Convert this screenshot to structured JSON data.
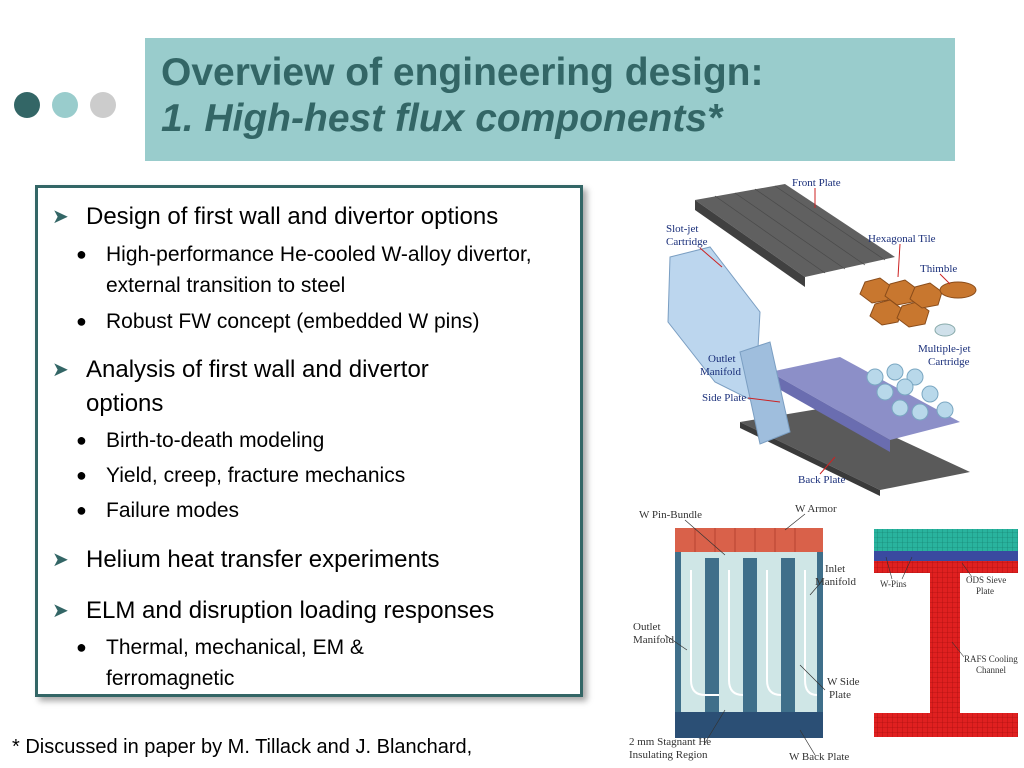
{
  "title": {
    "line1": "Overview of engineering design:",
    "line2": "1. High-hest flux components*"
  },
  "colors": {
    "accent": "#336666",
    "title_bg": "#99cccc",
    "dot1": "#336666",
    "dot2": "#99cccc",
    "dot3": "#cccccc"
  },
  "bullets": [
    {
      "text": "Design of first wall and divertor options",
      "sub": [
        "High-performance He-cooled W-alloy divertor, external transition to steel",
        "Robust FW concept (embedded W pins)"
      ]
    },
    {
      "text": "Analysis of first wall and divertor options",
      "sub": [
        "Birth-to-death modeling",
        "Yield, creep, fracture mechanics",
        "Failure modes"
      ]
    },
    {
      "text": "Helium heat transfer experiments",
      "sub": []
    },
    {
      "text": "ELM and disruption loading responses",
      "sub": [
        "Thermal, mechanical, EM & ferromagnetic"
      ]
    }
  ],
  "footnote": "* Discussed in paper by M. Tillack and J. Blanchard,",
  "figure1": {
    "labels": {
      "front_plate": "Front Plate",
      "slot_jet_1": "Slot-jet",
      "slot_jet_2": "Cartridge",
      "hex_tile": "Hexagonal Tile",
      "thimble": "Thimble",
      "outlet_1": "Outlet",
      "outlet_2": "Manifold",
      "multi_1": "Multiple-jet",
      "multi_2": "Cartridge",
      "side_plate": "Side Plate",
      "back_plate": "Back Plate"
    }
  },
  "figure2": {
    "labels": {
      "pin_bundle": "W Pin-Bundle",
      "w_armor": "W Armor",
      "inlet_1": "Inlet",
      "inlet_2": "Manifold",
      "outlet_1": "Outlet",
      "outlet_2": "Manifold",
      "w_side_1": "W Side",
      "w_side_2": "Plate",
      "stagnant_1": "2 mm Stagnant He",
      "stagnant_2": "Insulating Region",
      "w_back": "W Back Plate"
    }
  },
  "figure3": {
    "labels": {
      "w_pins": "W-Pins",
      "ods_1": "ODS Sieve",
      "ods_2": "Plate",
      "rafs_1": "RAFS Cooling",
      "rafs_2": "Channel"
    }
  }
}
